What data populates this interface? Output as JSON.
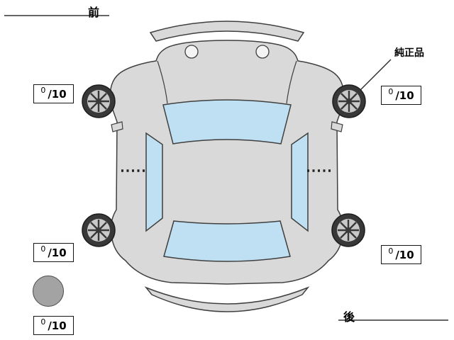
{
  "labels": {
    "front": "前",
    "rear": "後",
    "genuine_part": "純正品"
  },
  "scores": [
    {
      "position": "front-left",
      "value": "0",
      "max": "/10"
    },
    {
      "position": "front-right",
      "value": "0",
      "max": "/10"
    },
    {
      "position": "rear-left",
      "value": "0",
      "max": "/10"
    },
    {
      "position": "rear-right",
      "value": "0",
      "max": "/10"
    },
    {
      "position": "spare",
      "value": "0",
      "max": "/10"
    }
  ],
  "colors": {
    "background": "#ffffff",
    "body_fill": "#d9d9d9",
    "window_fill": "#bfe0f2",
    "outline": "#3f3f3f",
    "wheel_dark": "#383838",
    "wheel_rim": "#c9c9c9",
    "spare_fill": "#a3a3a3",
    "text": "#000000"
  }
}
